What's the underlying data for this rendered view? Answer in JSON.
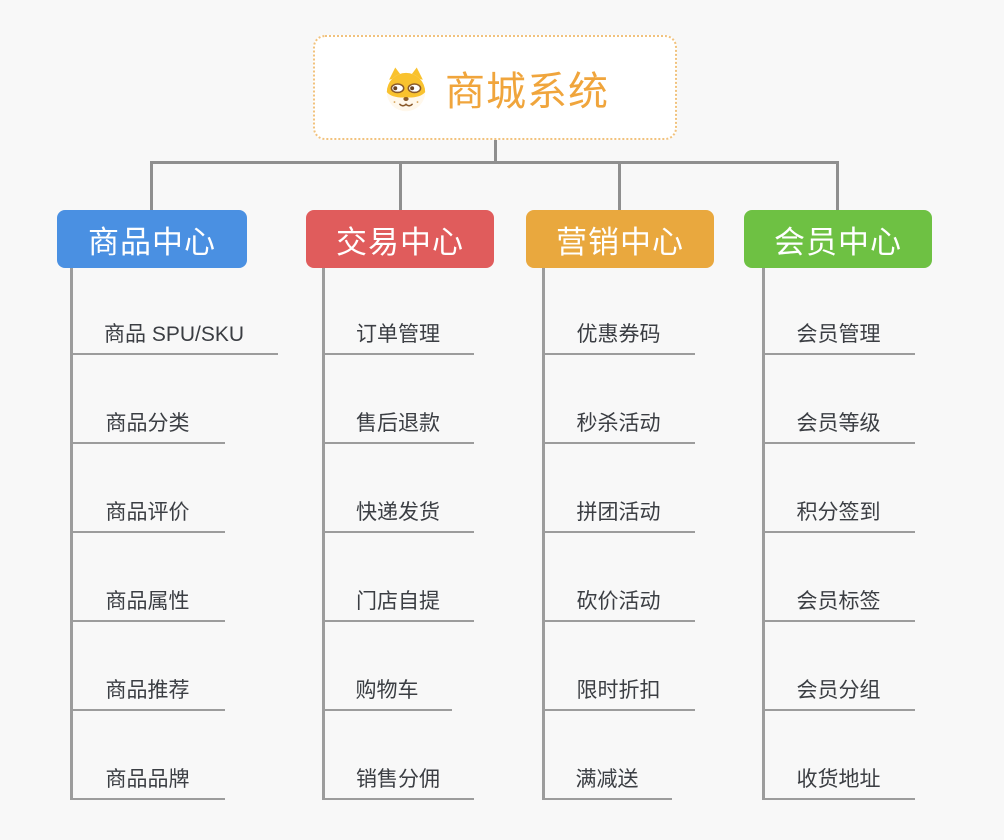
{
  "root": {
    "title": "商城系统",
    "icon": "shiba-dog-icon",
    "title_color": "#F0A53C",
    "border_color": "#F1C27D"
  },
  "branches": [
    {
      "label": "商品中心",
      "color": "#4A90E2",
      "items": [
        "商品 SPU/SKU",
        "商品分类",
        "商品评价",
        "商品属性",
        "商品推荐",
        "商品品牌"
      ]
    },
    {
      "label": "交易中心",
      "color": "#E05C5C",
      "items": [
        "订单管理",
        "售后退款",
        "快递发货",
        "门店自提",
        "购物车",
        "销售分佣"
      ]
    },
    {
      "label": "营销中心",
      "color": "#E9A83E",
      "items": [
        "优惠券码",
        "秒杀活动",
        "拼团活动",
        "砍价活动",
        "限时折扣",
        "满减送"
      ]
    },
    {
      "label": "会员中心",
      "color": "#6EC143",
      "items": [
        "会员管理",
        "会员等级",
        "积分签到",
        "会员标签",
        "会员分组",
        "收货地址"
      ]
    }
  ],
  "colors": {
    "background": "#f8f8f8",
    "connector": "#8f8f8f",
    "underline": "#9c9c9c",
    "item_text": "#3b3e43"
  }
}
